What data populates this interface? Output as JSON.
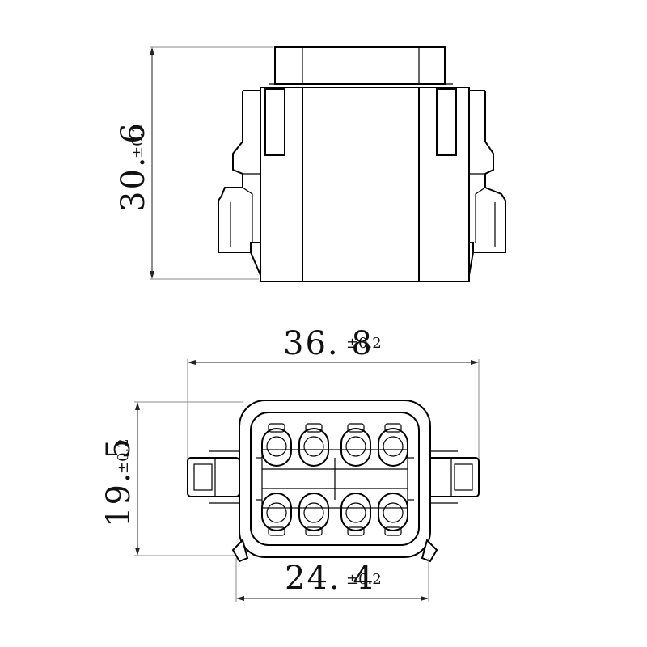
{
  "dimensions": {
    "height": {
      "value": "30. 6",
      "tolerance": "±0.2"
    },
    "width_overall": {
      "value": "36. 8",
      "tolerance": "±0.2"
    },
    "depth": {
      "value": "19. 5",
      "tolerance": "±0.2"
    },
    "width_body": {
      "value": "24. 4",
      "tolerance": "±0.2"
    }
  },
  "connector": {
    "pin_count": 8,
    "rows": 2,
    "pins_per_row": 4
  }
}
